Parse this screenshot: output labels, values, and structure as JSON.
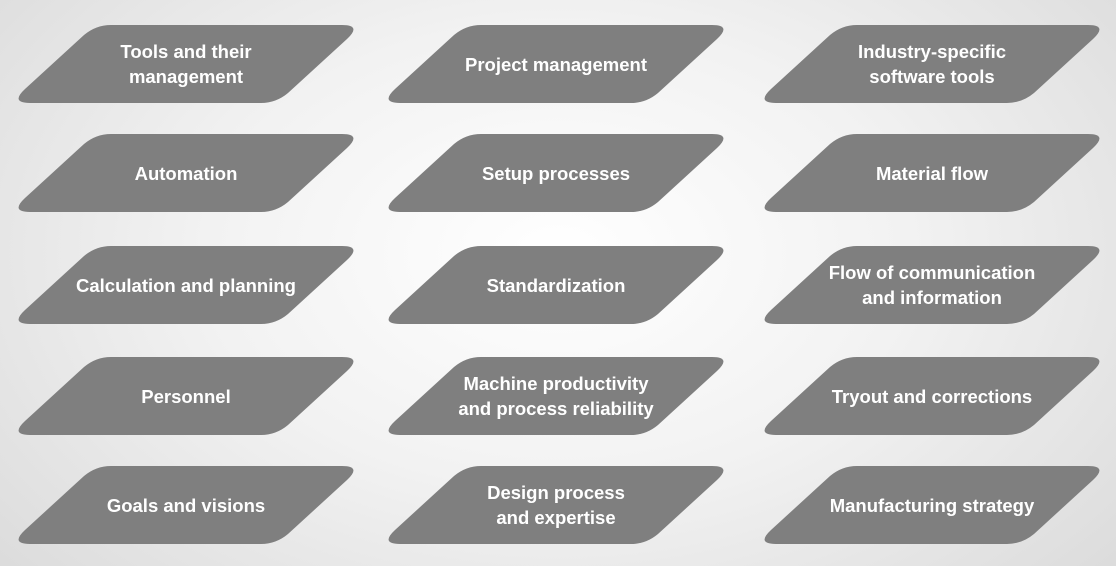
{
  "colors": {
    "tile_fill": "#7f7f7f",
    "tile_text": "#ffffff",
    "background_center": "#ffffff",
    "background_edge": "#d9d9d9"
  },
  "tiles": [
    [
      "Tools and their\nmanagement",
      "Project management",
      "Industry-specific\nsoftware tools"
    ],
    [
      "Automation",
      "Setup processes",
      "Material flow"
    ],
    [
      "Calculation and planning",
      "Standardization",
      "Flow of communication\nand information"
    ],
    [
      "Personnel",
      "Machine productivity\nand process reliability",
      "Tryout and corrections"
    ],
    [
      "Goals and visions",
      "Design process\nand expertise",
      "Manufacturing strategy"
    ]
  ]
}
